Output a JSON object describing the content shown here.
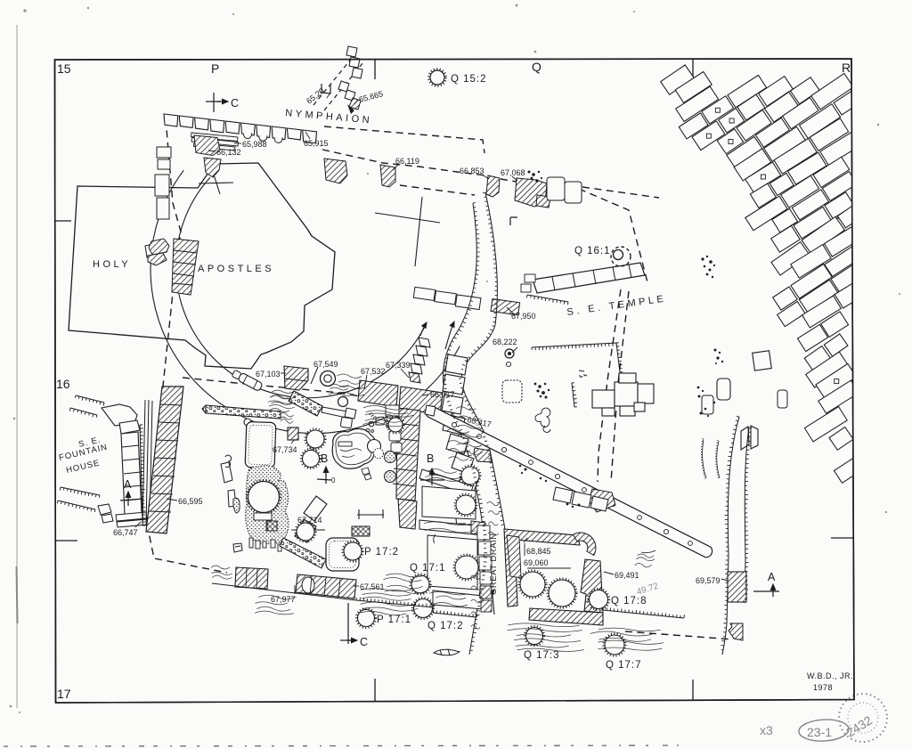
{
  "map_type": "archaeological excavation site plan",
  "grid": {
    "rows": [
      "15",
      "16",
      "17"
    ],
    "cols": [
      "P",
      "Q",
      "R"
    ]
  },
  "areas": {
    "nymphaion": "NYMPHAION",
    "holy": "HOLY",
    "apostles": "APOSTLES",
    "se_temple": "S. E. TEMPLE",
    "se": "S. E.",
    "fountain": "FOUNTAIN",
    "house": "HOUSE",
    "great_drain": "GREAT DRAIN"
  },
  "elevations": {
    "e65_20": "65,20",
    "e65_665": "65,665",
    "e65_988": "65,988",
    "e66_132": "66,132",
    "e65_915": "65,915",
    "e66_119": "66,119",
    "e66_853": "66,853",
    "e67_068": "67,068",
    "e67_950": "67,950",
    "e68_222": "68,222",
    "e67_549": "67,549",
    "e67_532": "67,532",
    "e67_339": "67,339",
    "e67_103": "67,103",
    "e68_017": "68,017",
    "e68_417": "68,417",
    "e67_734": "67,734",
    "e66_595": "66,595",
    "e66_747": "66,747",
    "e67_714": "67,714",
    "e67_561": "67,561",
    "e67_977": "67,977",
    "e68_845": "68,845",
    "e69_060": "69,060",
    "e69_491": "69,491",
    "e69_579": "69,579"
  },
  "wells": {
    "q15_2": "Q 15:2",
    "q16_1": "Q 16:1",
    "p17_2": "P 17:2",
    "q17_1": "Q 17:1",
    "p17_1": "P 17:1",
    "q17_2": "Q 17:2",
    "q17_3": "Q 17:3",
    "q17_7": "Q 17:7",
    "q17_8": "Q 17:8"
  },
  "sections": {
    "a": "A",
    "b": "B",
    "c": "C",
    "zero": "0"
  },
  "credit": {
    "author": "W.B.D., JR.",
    "year": "1978"
  },
  "annotations": {
    "x3": "x3",
    "circled": "23-1",
    "corner_number": "2432",
    "pencil_note": "49.72"
  },
  "colors": {
    "ink": "#1c1c1c",
    "paper": "#fbfbf9",
    "pencil": "#8f8f93"
  }
}
